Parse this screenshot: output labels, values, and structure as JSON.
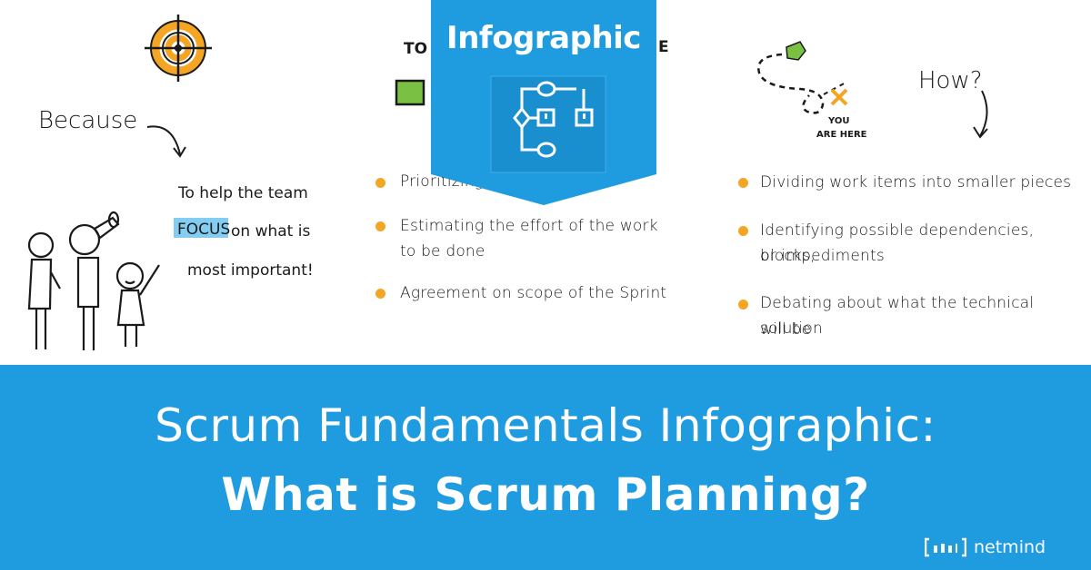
{
  "left_panel": {
    "because_label": "Because",
    "focus_line1_pre": "To help the team",
    "focus_word": "FOCUS",
    "focus_line2_post": "on what is",
    "focus_line3": "most important!"
  },
  "middle_panel": {
    "heading_partial_left": "TO",
    "heading_partial_right": "E",
    "bullets": [
      {
        "line1": "Prioritizing",
        "line2": ""
      },
      {
        "line1": "Estimating the effort of the work",
        "line2": "to be done"
      },
      {
        "line1": "Agreement on scope of the Sprint",
        "line2": ""
      }
    ]
  },
  "right_panel": {
    "how_label": "How?",
    "you_are_here_line1": "YOU",
    "you_are_here_line2": "ARE HERE",
    "bullets": [
      {
        "line1": "Dividing work items into smaller pieces",
        "line2": ""
      },
      {
        "line1": "Identifying possible dependencies, blocks,",
        "line2": "or impediments"
      },
      {
        "line1": "Debating about what the technical solution",
        "line2": "will be"
      }
    ]
  },
  "ribbon": {
    "label": "Infographic",
    "color": "#1f9ce0"
  },
  "banner": {
    "title_line1": "Scrum Fundamentals Infographic:",
    "title_line2": "What is Scrum Planning?",
    "color": "#1f9ce0"
  },
  "logo": {
    "text": "netmind"
  },
  "colors": {
    "accent_orange": "#f5a524",
    "accent_green": "#7ac143",
    "highlight_blue": "#6cc4ef"
  }
}
